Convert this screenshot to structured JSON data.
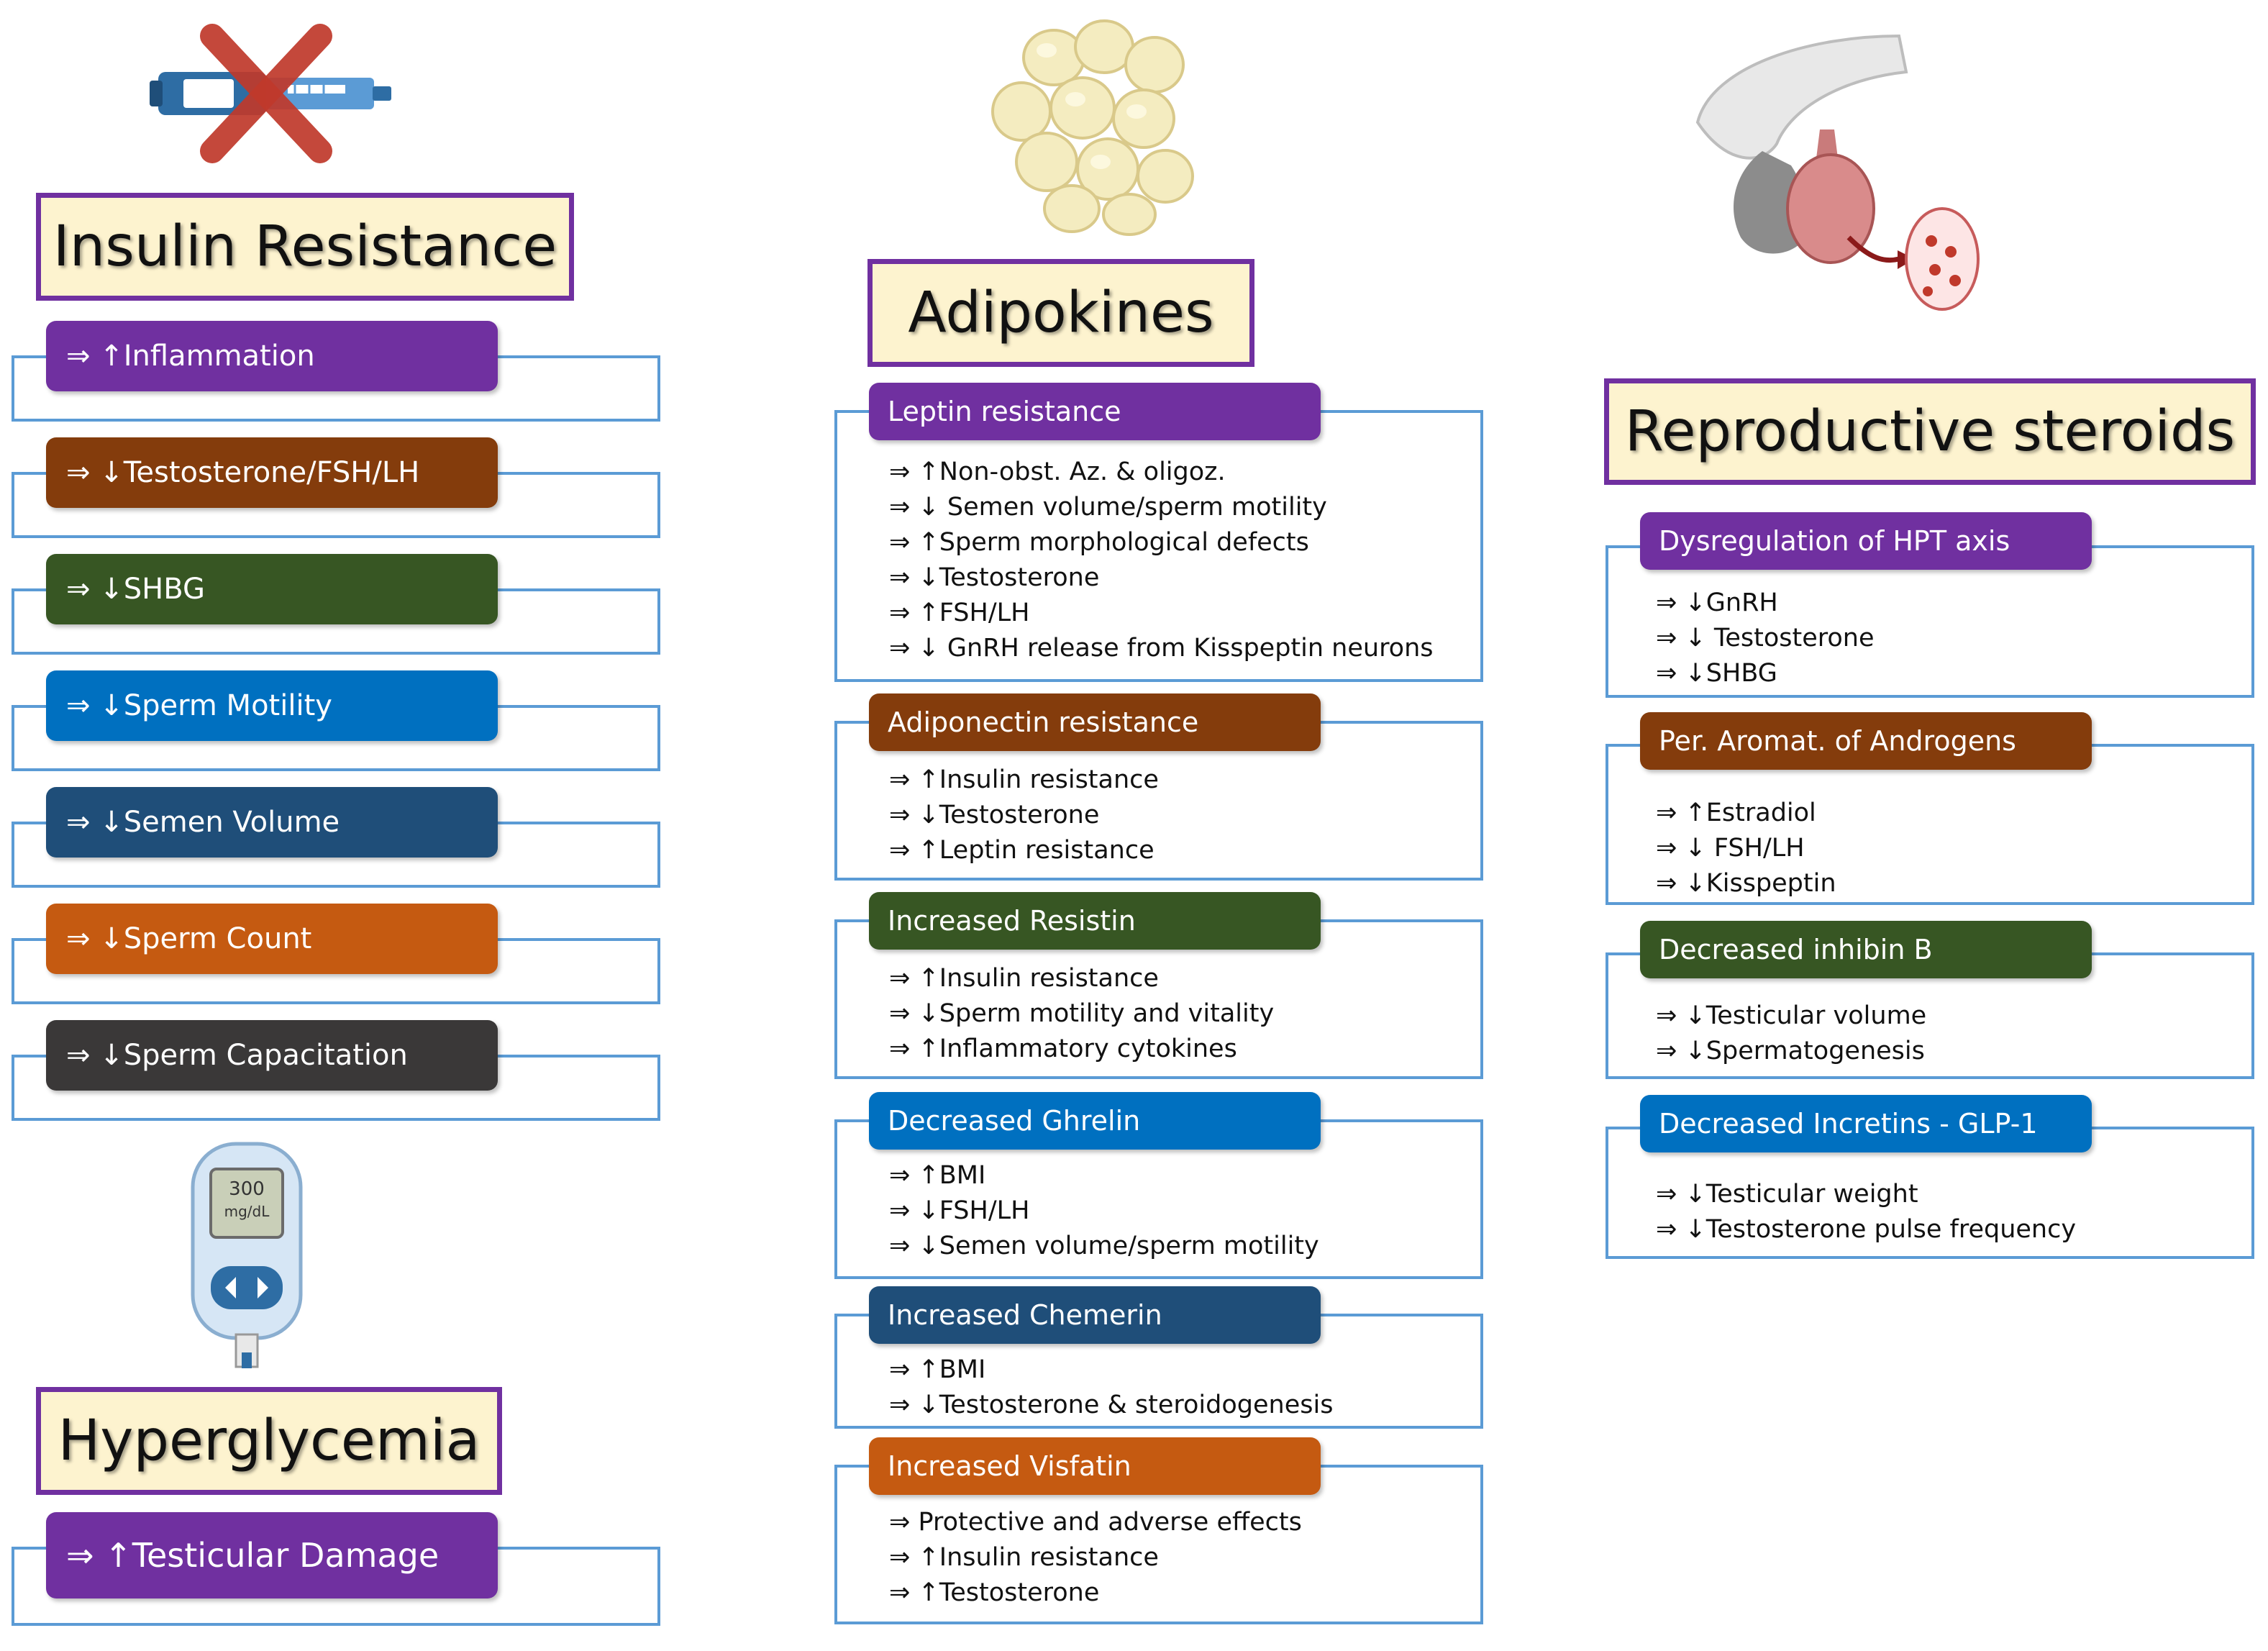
{
  "colors": {
    "purple": "#7030a0",
    "brown": "#843c0c",
    "green": "#375623",
    "blue": "#0070c0",
    "navy": "#1f4e79",
    "orange": "#c55a11",
    "dark": "#3a3838",
    "frame": "#5b9bd5",
    "title_bg": "#fdf3cf"
  },
  "icons": {
    "insulin": "crossed-out-insulin-pen-icon",
    "fat": "adipocyte-cluster-icon",
    "steroids": "hypothalamus-pituitary-testis-icon",
    "glucometer": "glucometer-icon"
  },
  "glucometer": {
    "value": "300",
    "unit": "mg/dL"
  },
  "insulin_resistance": {
    "title": "Insulin Resistance",
    "items": [
      {
        "label": "⇒ ↑Inflammation",
        "color": "#7030a0"
      },
      {
        "label": "⇒ ↓Testosterone/FSH/LH",
        "color": "#843c0c"
      },
      {
        "label": "⇒ ↓SHBG",
        "color": "#375623"
      },
      {
        "label": "⇒ ↓Sperm Motility",
        "color": "#0070c0"
      },
      {
        "label": "⇒ ↓Semen Volume",
        "color": "#1f4e79"
      },
      {
        "label": "⇒ ↓Sperm Count",
        "color": "#c55a11"
      },
      {
        "label": "⇒ ↓Sperm Capacitation",
        "color": "#3a3838"
      }
    ]
  },
  "hyperglycemia": {
    "title": "Hyperglycemia",
    "items": [
      {
        "label": "⇒ ↑Testicular Damage",
        "color": "#7030a0"
      }
    ]
  },
  "adipokines": {
    "title": "Adipokines",
    "sections": [
      {
        "header": "Leptin resistance",
        "color": "#7030a0",
        "items": [
          "⇒ ↑Non-obst. Az. & oligoz.",
          "⇒ ↓ Semen volume/sperm motility",
          "⇒ ↑Sperm morphological defects",
          "⇒ ↓Testosterone",
          "⇒ ↑FSH/LH",
          "⇒ ↓ GnRH release from Kisspeptin neurons"
        ]
      },
      {
        "header": "Adiponectin resistance",
        "color": "#843c0c",
        "items": [
          "⇒ ↑Insulin resistance",
          "⇒ ↓Testosterone",
          "⇒ ↑Leptin resistance"
        ]
      },
      {
        "header": "Increased Resistin",
        "color": "#375623",
        "items": [
          "⇒ ↑Insulin resistance",
          "⇒ ↓Sperm motility and vitality",
          "⇒ ↑Inflammatory cytokines"
        ]
      },
      {
        "header": "Decreased Ghrelin",
        "color": "#0070c0",
        "items": [
          "⇒ ↑BMI",
          "⇒ ↓FSH/LH",
          "⇒ ↓Semen volume/sperm motility"
        ]
      },
      {
        "header": "Increased Chemerin",
        "color": "#1f4e79",
        "items": [
          "⇒ ↑BMI",
          "⇒ ↓Testosterone & steroidogenesis"
        ]
      },
      {
        "header": "Increased Visfatin",
        "color": "#c55a11",
        "items": [
          "⇒ Protective and adverse effects",
          "⇒ ↑Insulin resistance",
          "⇒ ↑Testosterone"
        ]
      }
    ]
  },
  "reproductive_steroids": {
    "title": "Reproductive steroids",
    "sections": [
      {
        "header": "Dysregulation of HPT axis",
        "color": "#7030a0",
        "items": [
          "⇒ ↓GnRH",
          "⇒ ↓ Testosterone",
          "⇒ ↓SHBG"
        ]
      },
      {
        "header": "Per. Aromat. of Androgens",
        "color": "#843c0c",
        "items": [
          "⇒ ↑Estradiol",
          "⇒ ↓ FSH/LH",
          "⇒ ↓Kisspeptin"
        ]
      },
      {
        "header": "Decreased inhibin B",
        "color": "#375623",
        "items": [
          "⇒ ↓Testicular volume",
          "⇒ ↓Spermatogenesis"
        ]
      },
      {
        "header": "Decreased Incretins - GLP-1",
        "color": "#0070c0",
        "items": [
          "⇒ ↓Testicular weight",
          "⇒ ↓Testosterone pulse frequency"
        ]
      }
    ]
  }
}
